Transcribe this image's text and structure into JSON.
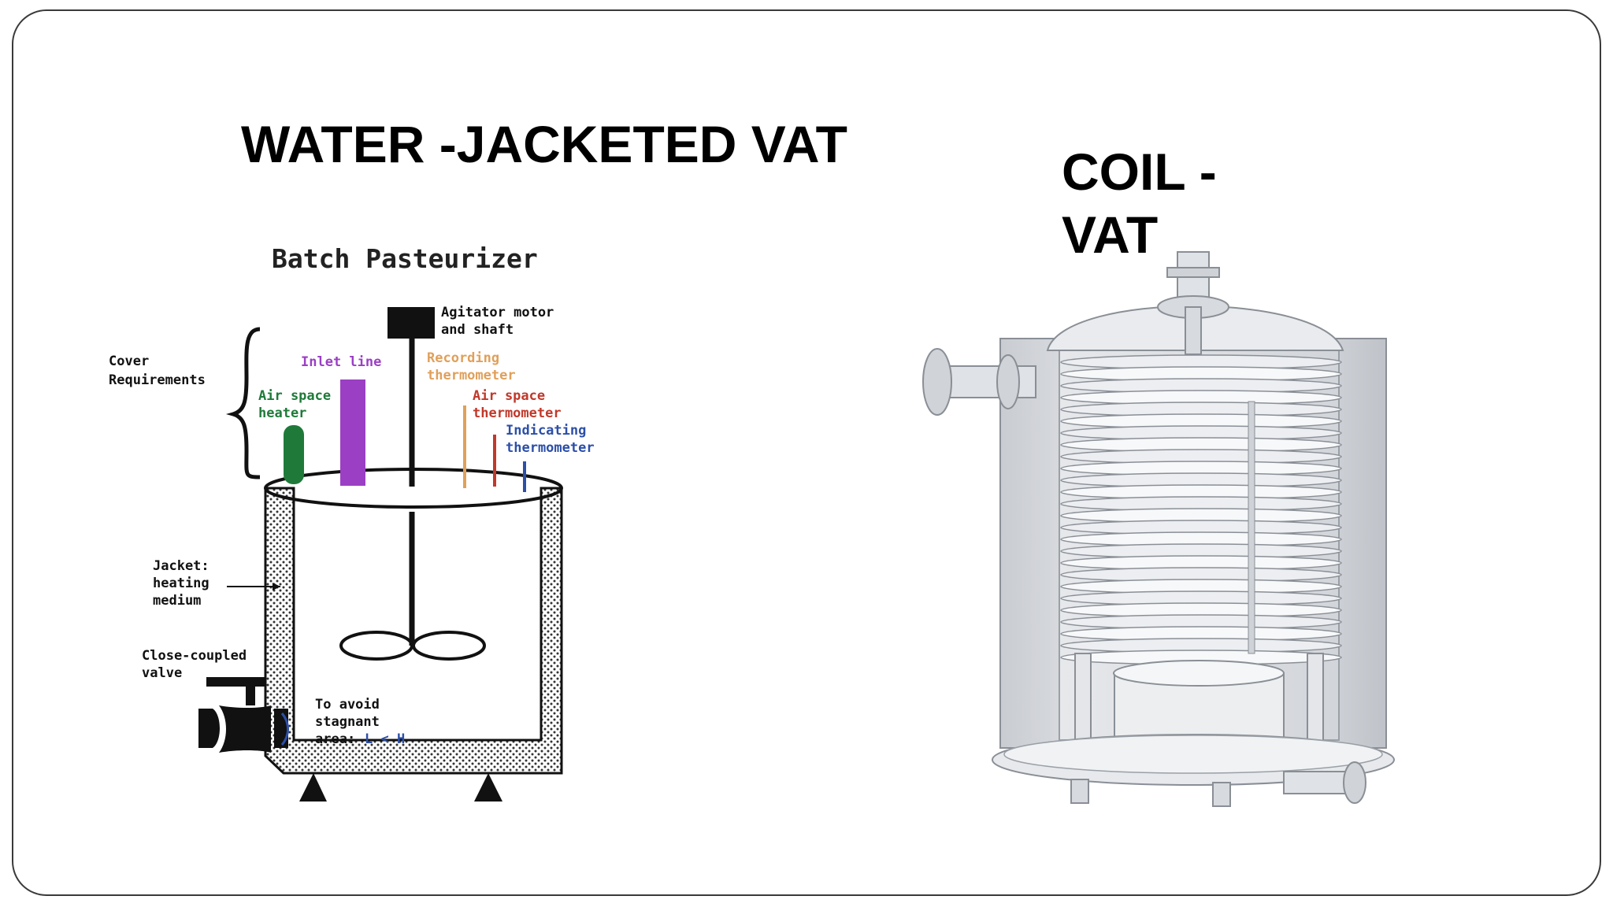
{
  "slide": {
    "title_left": "WATER -JACKETED VAT",
    "title_right_line1": "COIL -",
    "title_right_line2": "VAT"
  },
  "batch_diagram": {
    "title": "Batch Pasteurizer",
    "labels": {
      "agitator_1": "Agitator motor",
      "agitator_2": "and shaft",
      "cover_1": "Cover",
      "cover_2": "Requirements",
      "inlet": "Inlet line",
      "recording_1": "Recording",
      "recording_2": "thermometer",
      "airheater_1": "Air space",
      "airheater_2": "heater",
      "airthermo_1": "Air space",
      "airthermo_2": "thermometer",
      "indicating_1": "Indicating",
      "indicating_2": "thermometer",
      "jacket_1": "Jacket:",
      "jacket_2": "heating",
      "jacket_3": "medium",
      "valve_1": "Close-coupled",
      "valve_2": "valve",
      "stagnant_1": "To avoid",
      "stagnant_2": "stagnant",
      "stagnant_3": "area:",
      "stagnant_4": "L < H"
    },
    "colors": {
      "inlet": "#9b3fc4",
      "recording": "#e0a05a",
      "air_heater": "#1f7a3a",
      "air_thermometer": "#c0392b",
      "indicating": "#2c4fa8"
    }
  }
}
